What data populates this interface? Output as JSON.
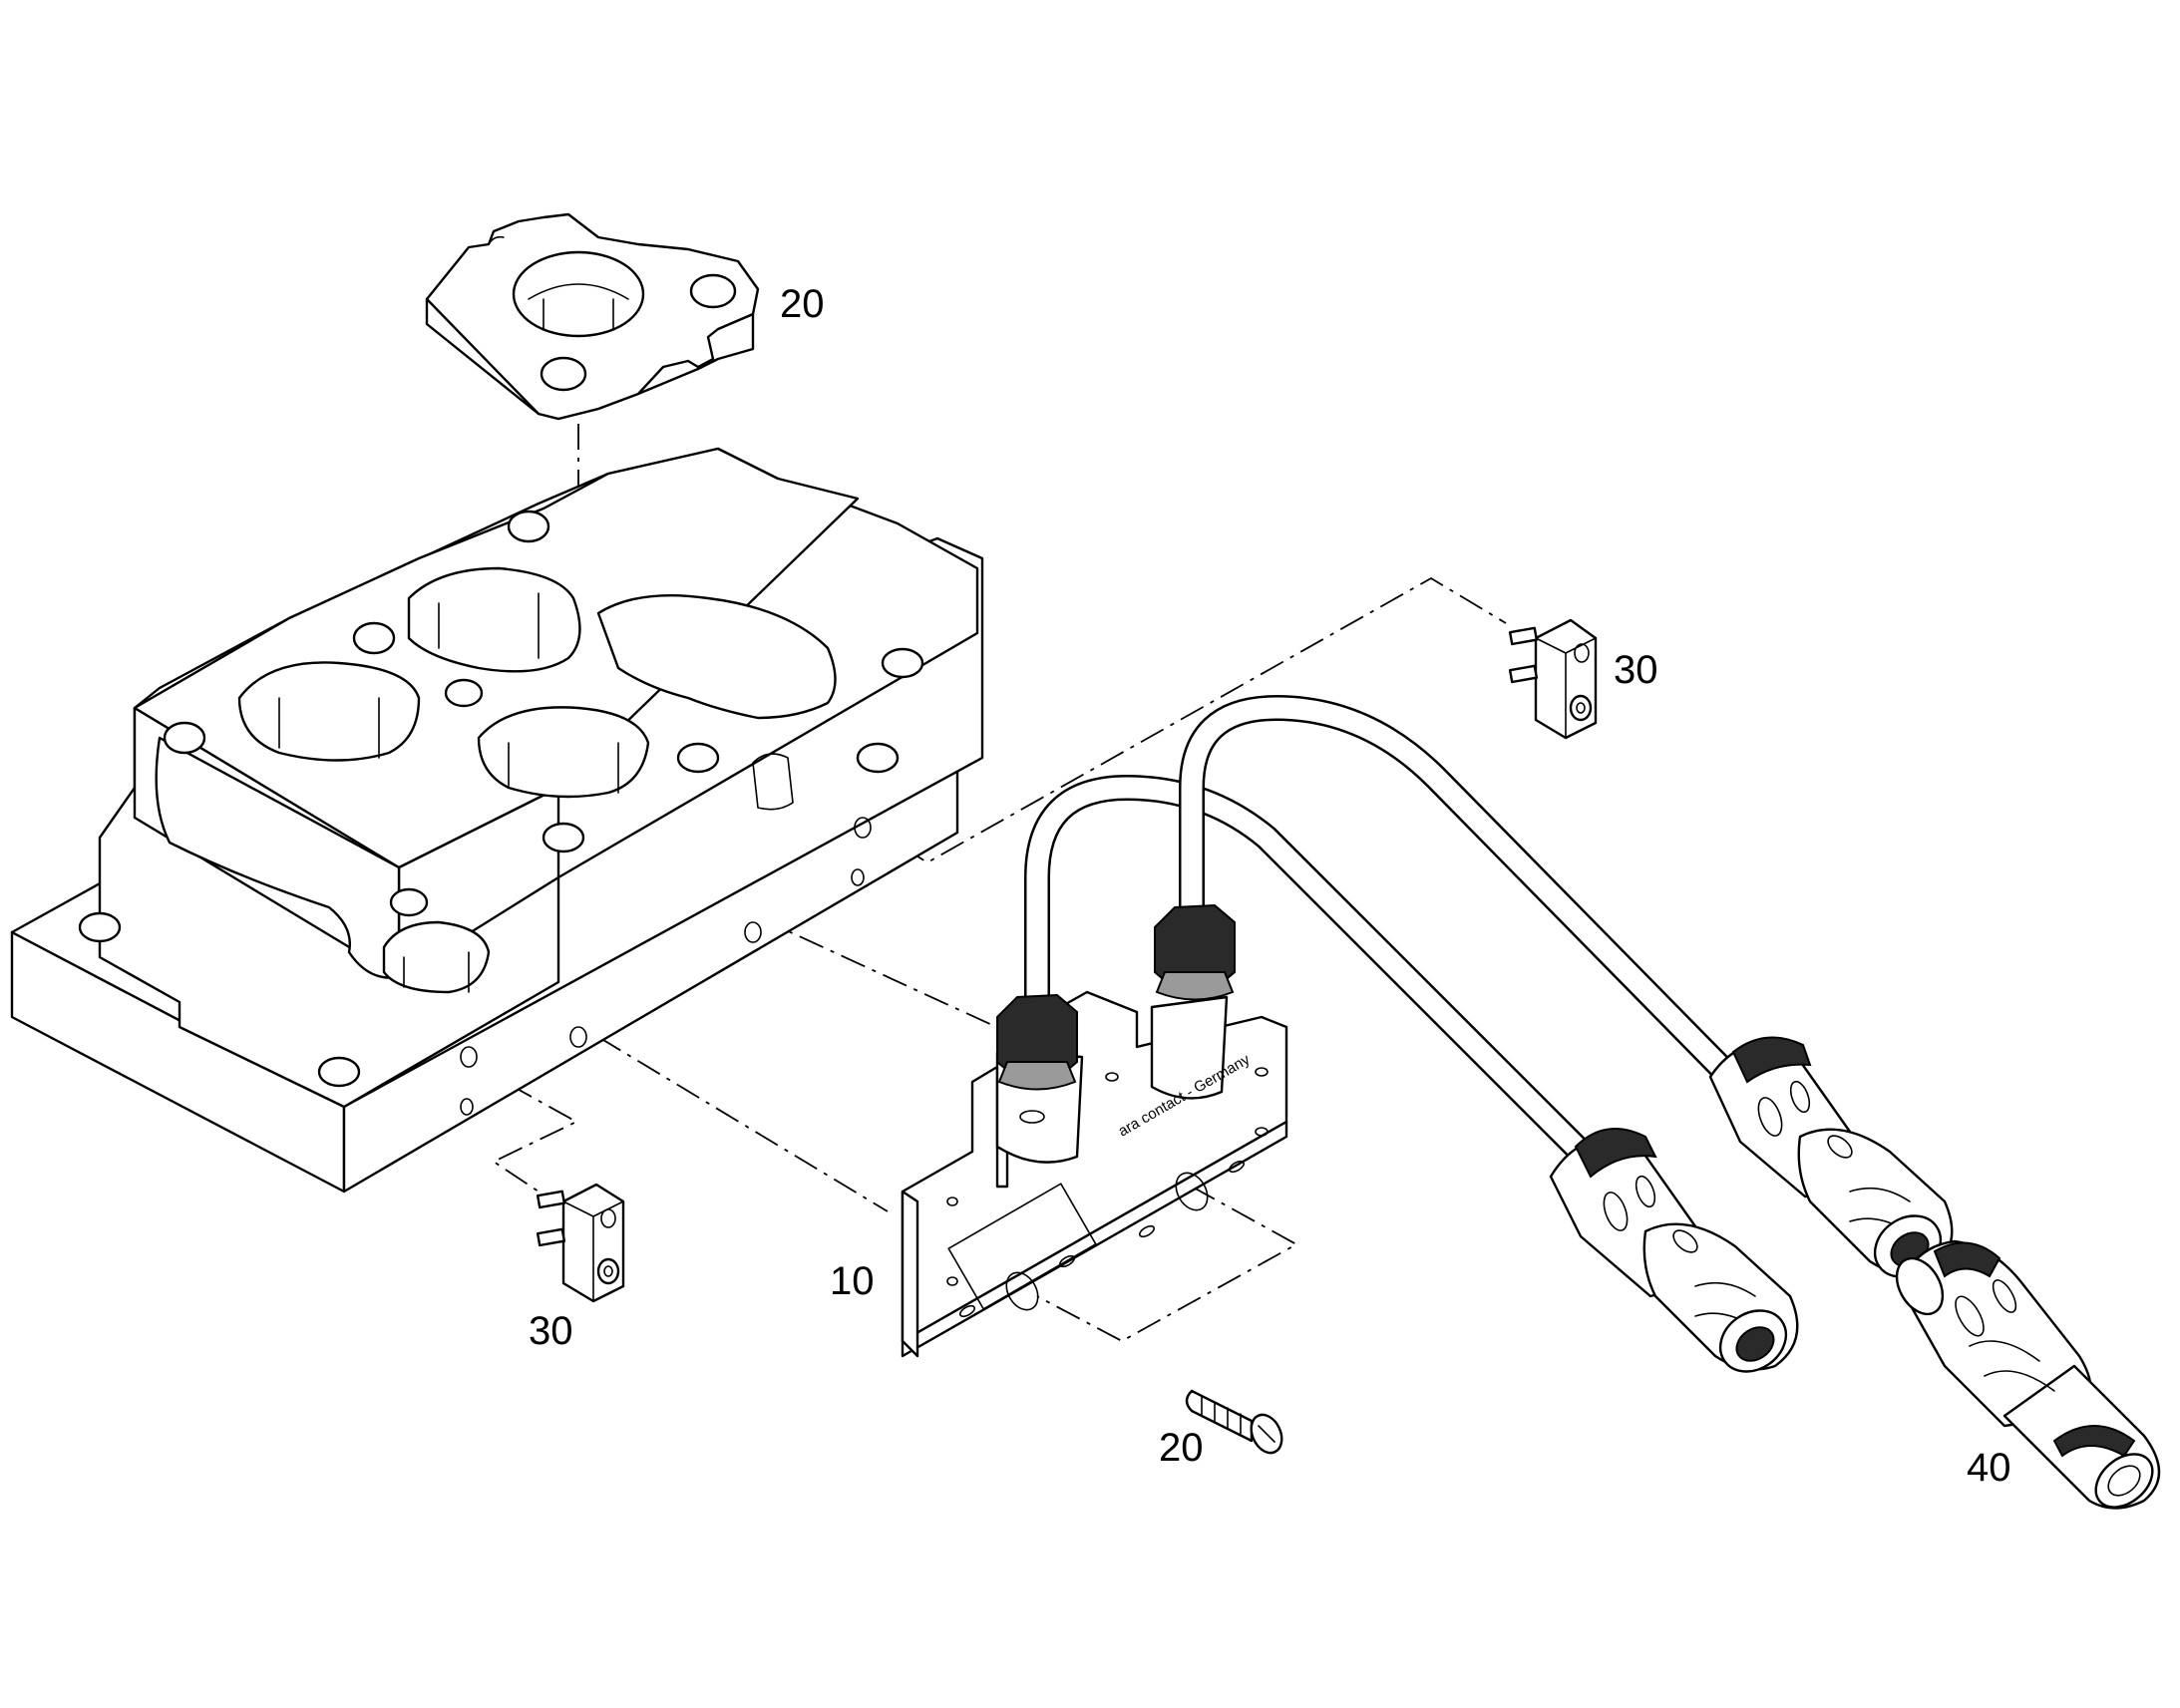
{
  "callouts": {
    "flange_top": "20",
    "clamp_right": "30",
    "clamp_left": "30",
    "connector_plate": "10",
    "screw": "20",
    "plug": "40"
  },
  "plate_marking": "ara contact - Germany"
}
